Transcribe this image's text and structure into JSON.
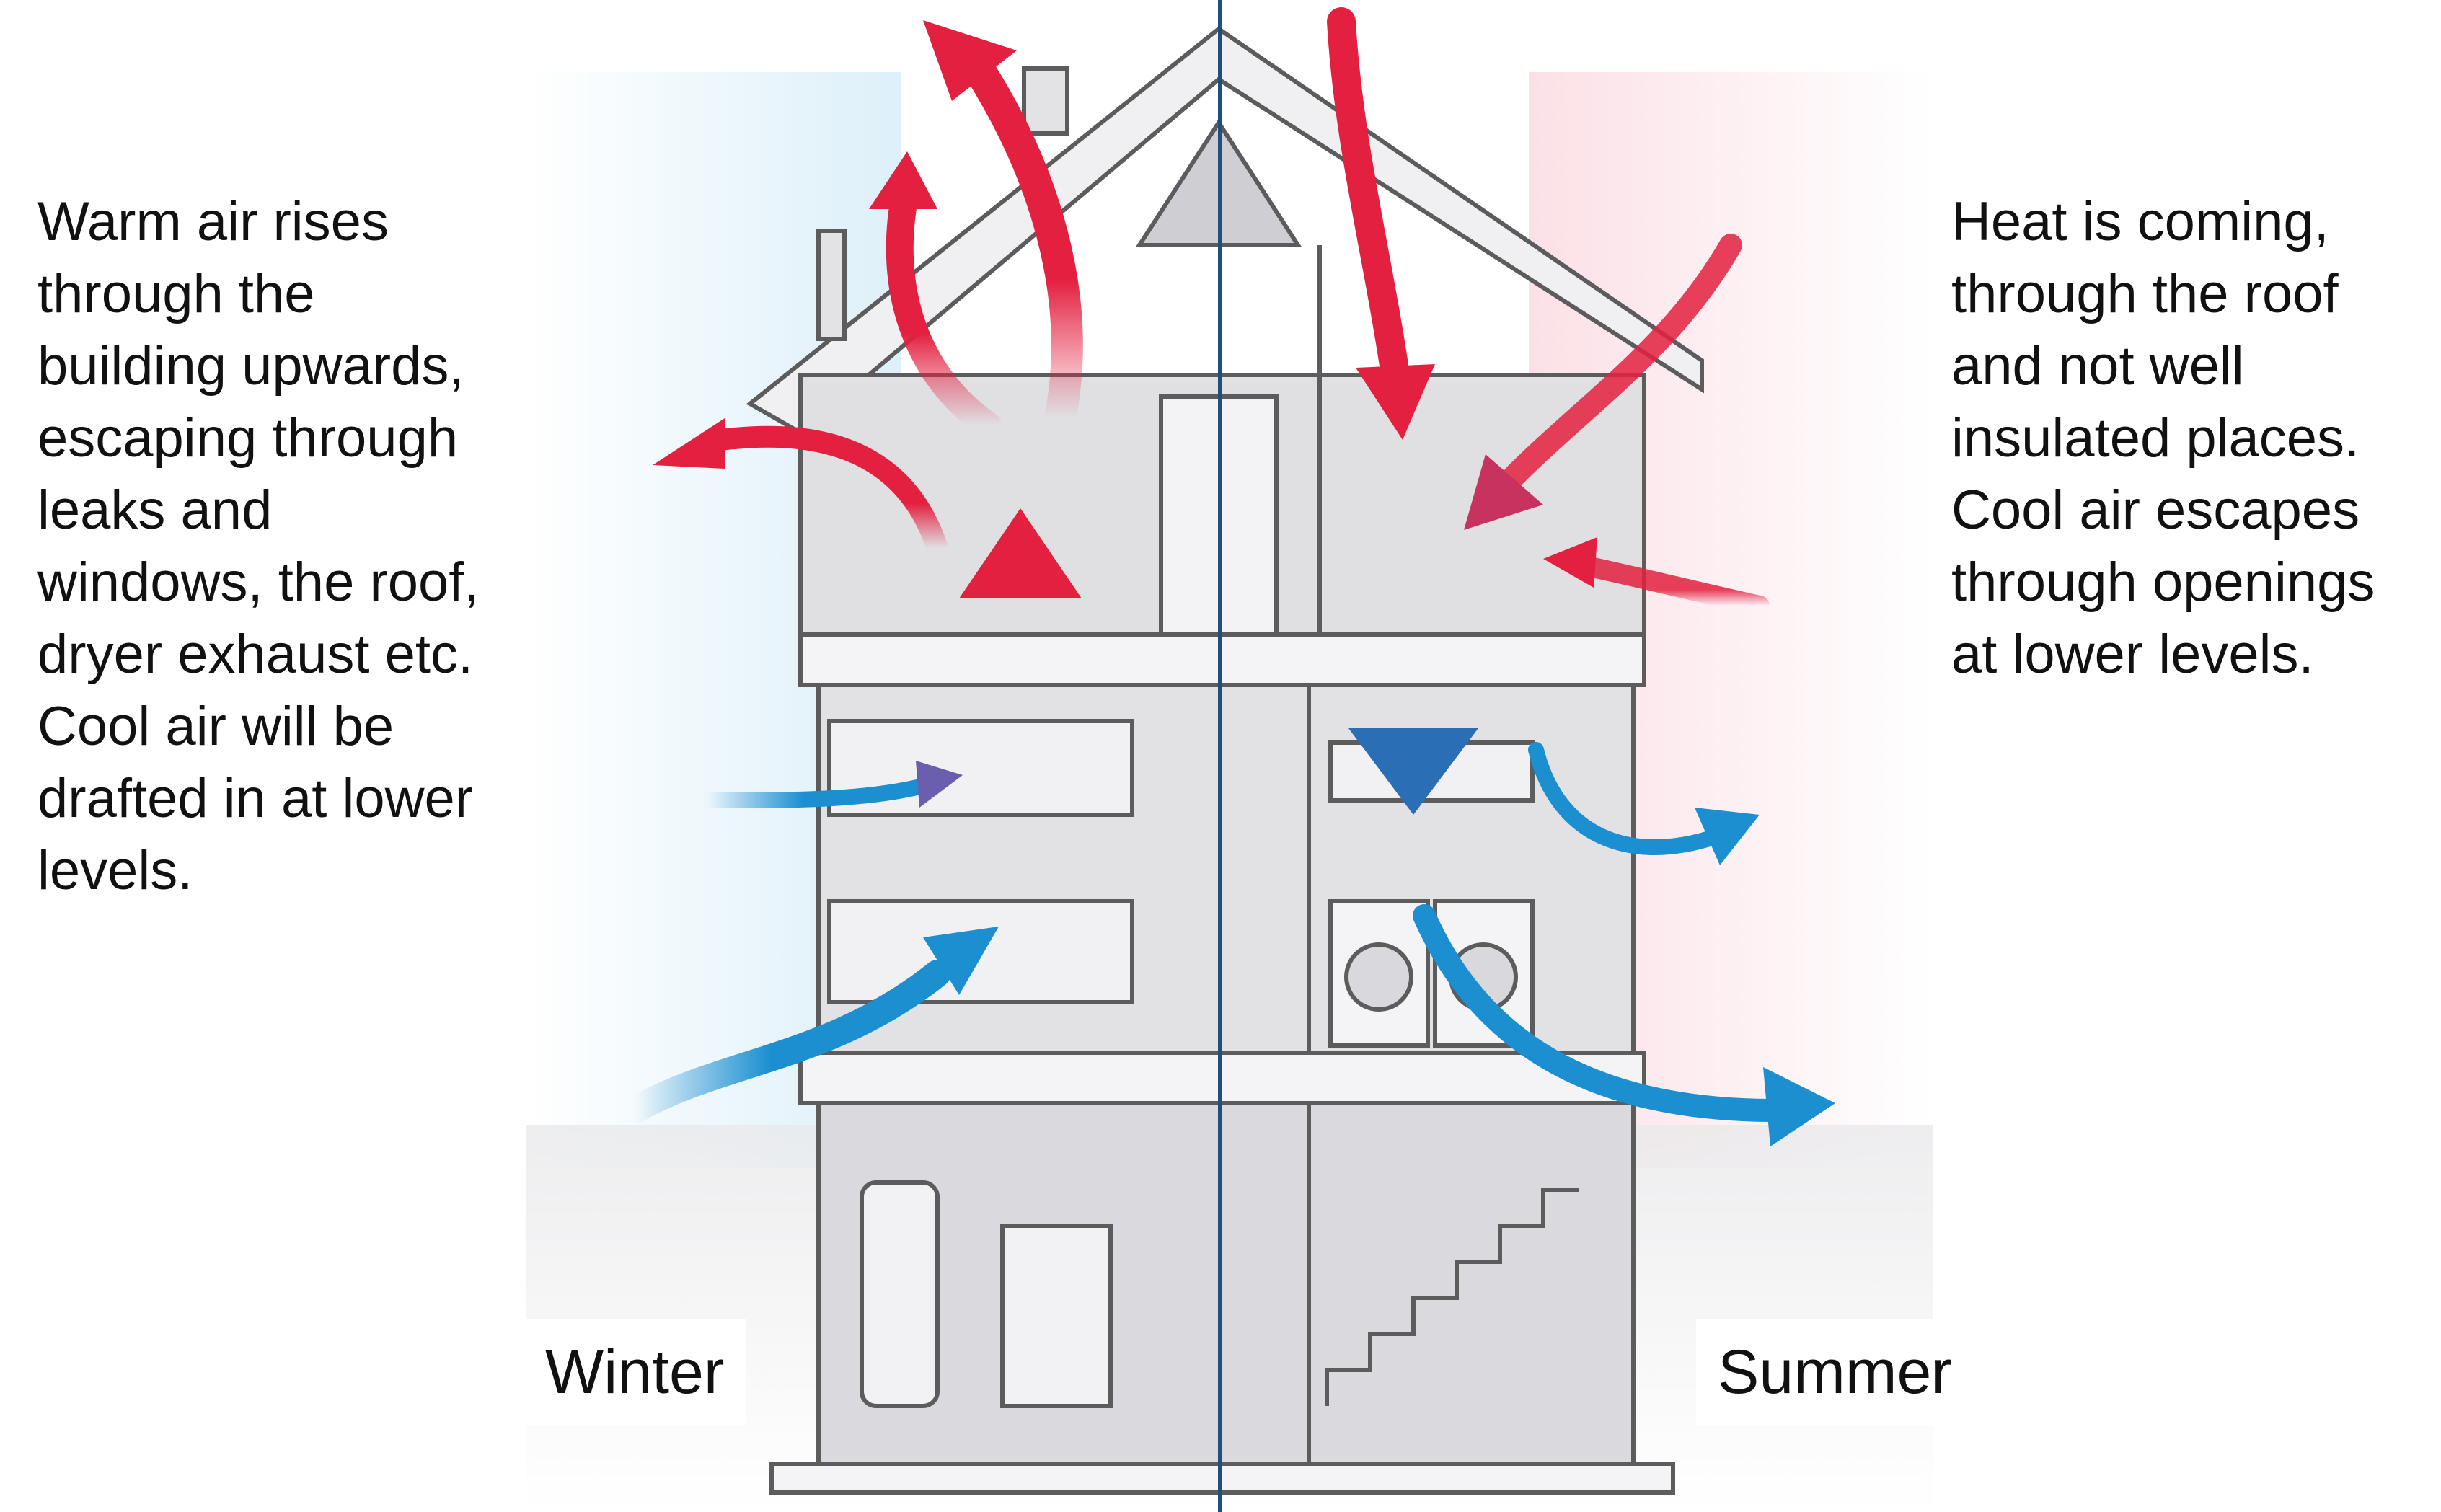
{
  "captions": {
    "winter": "Warm air rises\nthrough the\nbuilding upwards,\nescaping through\nleaks and\nwindows, the roof,\ndryer exhaust etc.\nCool air will be\ndrafted in at lower\nlevels.",
    "summer": "Heat is coming,\nthrough the roof\nand not well\ninsulated places.\nCool air escapes\nthrough openings\nat lower levels."
  },
  "labels": {
    "winter": "Winter",
    "summer": "Summer"
  },
  "colors": {
    "warm_air": "#e3203f",
    "cool_air": "#1b8fd0",
    "winter_tint": "#d9eef8",
    "summer_tint": "#fbdfe5",
    "divider": "#1f4f7a",
    "house_line": "#5c5c5c",
    "house_fill": "#e7e7e9"
  },
  "icons": [
    "warm-air-arrow-icon",
    "cool-air-arrow-icon"
  ]
}
